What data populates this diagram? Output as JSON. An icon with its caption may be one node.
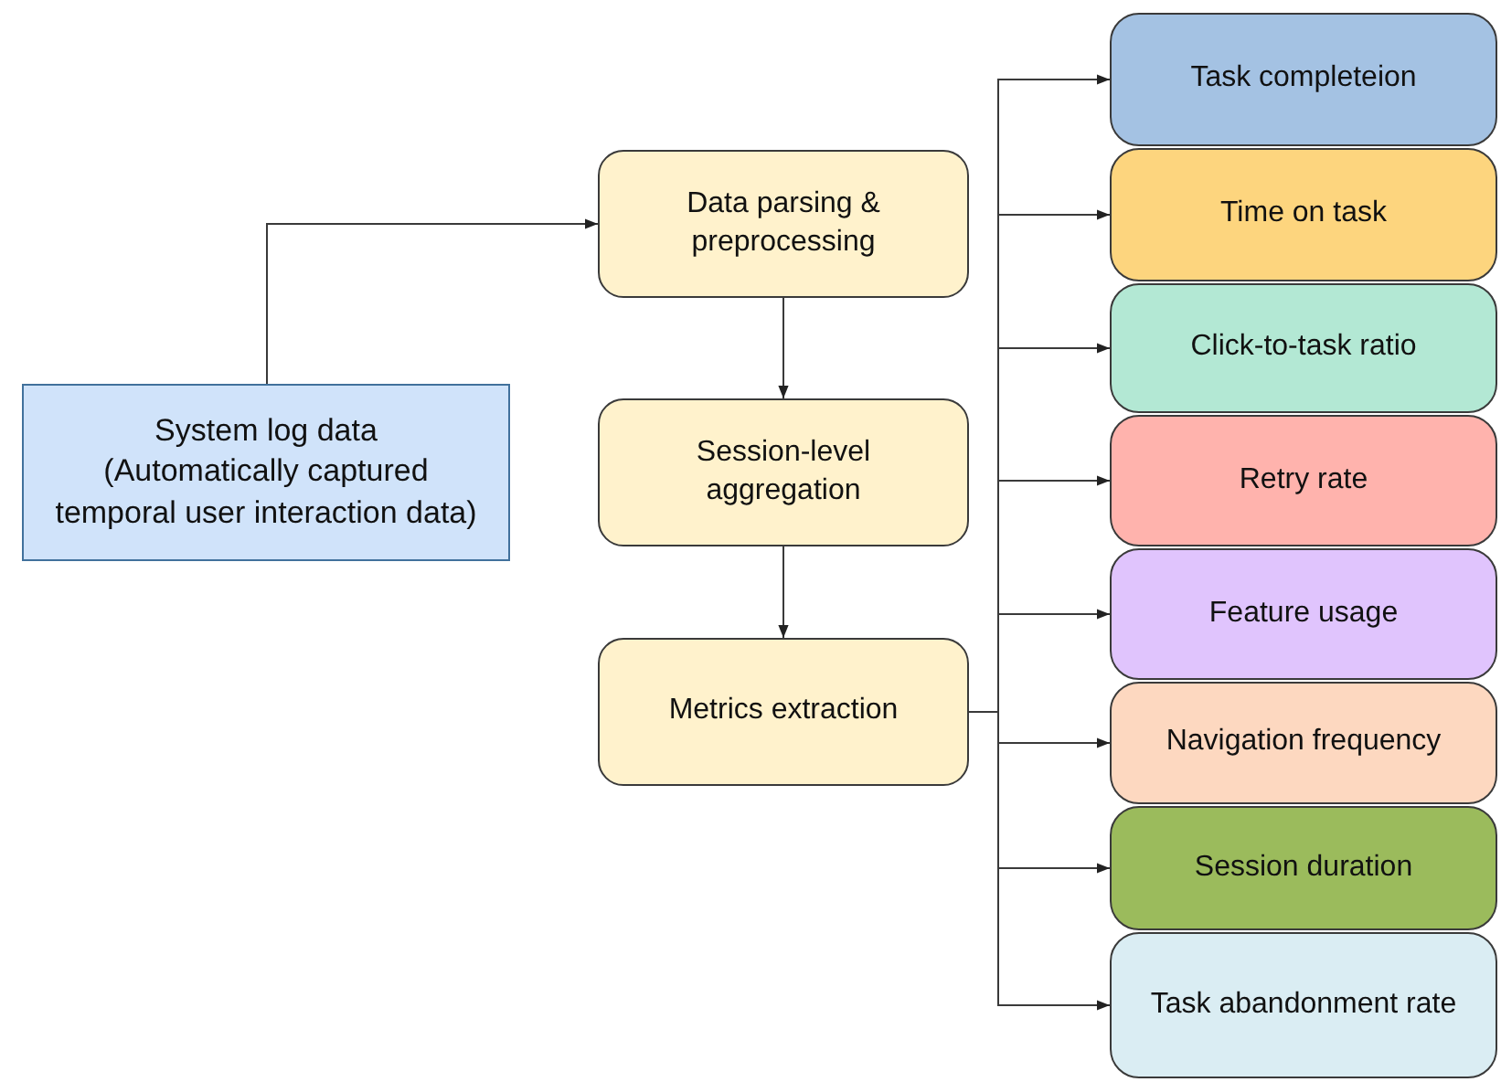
{
  "diagram": {
    "nodes": [
      {
        "text": [
          "System log data",
          "(Automatically captured temporal user interaction data)"
        ]
      },
      {
        "text": [
          "Data parsing & preprocessing"
        ]
      },
      {
        "text": [
          "Session-level aggregation"
        ]
      },
      {
        "text": [
          "Metrics extraction"
        ]
      },
      {
        "text": [
          "Task completeion"
        ]
      },
      {
        "text": [
          "Time on task"
        ]
      },
      {
        "text": [
          "Click-to-task ratio"
        ]
      },
      {
        "text": [
          "Retry rate"
        ]
      },
      {
        "text": [
          "Feature usage"
        ]
      },
      {
        "text": [
          "Navigation frequency"
        ]
      },
      {
        "text": [
          "Session duration"
        ]
      },
      {
        "text": [
          "Task abandonment rate"
        ]
      }
    ],
    "edges": [
      {
        "from": 0,
        "to": 1,
        "arrow": "to"
      },
      {
        "from": 1,
        "to": 2,
        "arrow": "to"
      },
      {
        "from": 2,
        "to": 3,
        "arrow": "to"
      },
      {
        "from": 3,
        "to": 4,
        "arrow": "to"
      },
      {
        "from": 3,
        "to": 5,
        "arrow": "to"
      },
      {
        "from": 3,
        "to": 6,
        "arrow": "to"
      },
      {
        "from": 3,
        "to": 7,
        "arrow": "to"
      },
      {
        "from": 3,
        "to": 8,
        "arrow": "to"
      },
      {
        "from": 3,
        "to": 9,
        "arrow": "to"
      },
      {
        "from": 3,
        "to": 10,
        "arrow": "to"
      },
      {
        "from": 3,
        "to": 11,
        "arrow": "to"
      }
    ]
  }
}
